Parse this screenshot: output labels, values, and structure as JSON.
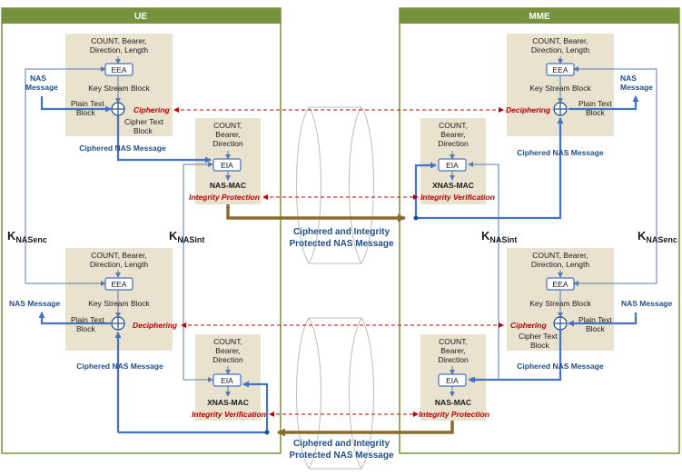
{
  "panels": {
    "ue": {
      "title": "UE"
    },
    "mme": {
      "title": "MME"
    }
  },
  "center": {
    "message_top_line1": "Ciphered and Integrity",
    "message_top_line2": "Protected NAS Message",
    "message_bottom_line1": "Ciphered and Integrity",
    "message_bottom_line2": "Protected NAS Message"
  },
  "keys": {
    "k_nasenc_main": "K",
    "k_nasenc_sub": "NASenc",
    "k_nasint_main": "K",
    "k_nasint_sub": "NASint"
  },
  "ue_cipher": {
    "input_line1": "COUNT, Bearer,",
    "input_line2": "Direction, Length",
    "algo": "EEA",
    "keystream": "Key Stream Block",
    "plain_line1": "Plain Text",
    "plain_line2": "Block",
    "cipher_line1": "Cipher Text",
    "cipher_line2": "Block",
    "ciphered_msg": "Ciphered NAS Message",
    "nas_line1": "NAS",
    "nas_line2": "Message",
    "op": "Ciphering"
  },
  "ue_integrity": {
    "input_line1": "COUNT,",
    "input_line2": "Bearer,",
    "input_line3": "Direction",
    "algo": "EIA",
    "mac": "NAS-MAC",
    "op": "Integrity Protection"
  },
  "ue_decipher": {
    "input_line1": "COUNT, Bearer,",
    "input_line2": "Direction, Length",
    "algo": "EEA",
    "keystream": "Key Stream Block",
    "plain_line1": "Plain Text",
    "plain_line2": "Block",
    "ciphered_msg": "Ciphered NAS Message",
    "nas_msg": "NAS Message",
    "op": "Deciphering"
  },
  "ue_verify": {
    "input_line1": "COUNT,",
    "input_line2": "Bearer,",
    "input_line3": "Direction",
    "algo": "EIA",
    "mac": "XNAS-MAC",
    "op": "Integrity Verification"
  },
  "mme_decipher": {
    "input_line1": "COUNT, Bearer,",
    "input_line2": "Direction, Length",
    "algo": "EEA",
    "keystream": "Key Stream Block",
    "plain_line1": "Plain Text",
    "plain_line2": "Block",
    "ciphered_msg": "Ciphered NAS Message",
    "nas_line1": "NAS",
    "nas_line2": "Message",
    "op": "Deciphering"
  },
  "mme_verify": {
    "input_line1": "COUNT,",
    "input_line2": "Bearer,",
    "input_line3": "Direction",
    "algo": "EIA",
    "mac": "XNAS-MAC",
    "op": "Integrity Verification"
  },
  "mme_cipher": {
    "input_line1": "COUNT, Bearer,",
    "input_line2": "Direction, Length",
    "algo": "EEA",
    "keystream": "Key Stream Block",
    "plain_line1": "Plain Text",
    "plain_line2": "Block",
    "cipher_line1": "Cipher Text",
    "cipher_line2": "Block",
    "ciphered_msg": "Ciphered NAS Message",
    "nas_msg": "NAS Message",
    "op": "Ciphering"
  },
  "mme_integrity": {
    "input_line1": "COUNT,",
    "input_line2": "Bearer,",
    "input_line3": "Direction",
    "algo": "EIA",
    "mac": "NAS-MAC",
    "op": "Integrity Protection"
  },
  "colors": {
    "panel_border": "#76923c",
    "panel_header": "#76923c",
    "block_fill": "#e8e2cf",
    "blue_line": "#4472c4",
    "thin_line": "#5b7bb0",
    "red_dash": "#c00000",
    "brown_arrow": "#8b6b2a"
  }
}
